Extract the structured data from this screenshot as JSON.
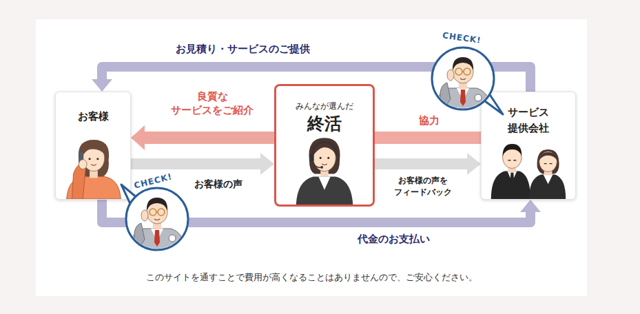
{
  "diagram": {
    "caption": "このサイトを通すことで費用が高くなることはありませんので、ご安心ください。",
    "nodes": [
      {
        "text": [
          "お客様"
        ]
      },
      {
        "text": [
          "みんなが選んだ",
          "終活"
        ]
      },
      {
        "text": [
          "サービス 提供会社"
        ]
      }
    ],
    "edges": [
      {
        "from": 1,
        "to": 0,
        "label": "良質な サービスをご紹介",
        "arrow": "to"
      },
      {
        "from": 0,
        "to": 1,
        "label": "お客様の声",
        "arrow": "to"
      },
      {
        "from": 2,
        "to": 1,
        "label": "協力",
        "arrow": "none"
      },
      {
        "from": 1,
        "to": 2,
        "label": "お客様の声を フィードバック",
        "arrow": "to"
      },
      {
        "from": 2,
        "to": 0,
        "label": "お見積り・サービスのご提供",
        "arrow": "to"
      },
      {
        "from": 0,
        "to": 2,
        "label": "代金のお支払い",
        "arrow": "to"
      }
    ],
    "labels": [
      "CHECK!",
      "CHECK!"
    ]
  }
}
